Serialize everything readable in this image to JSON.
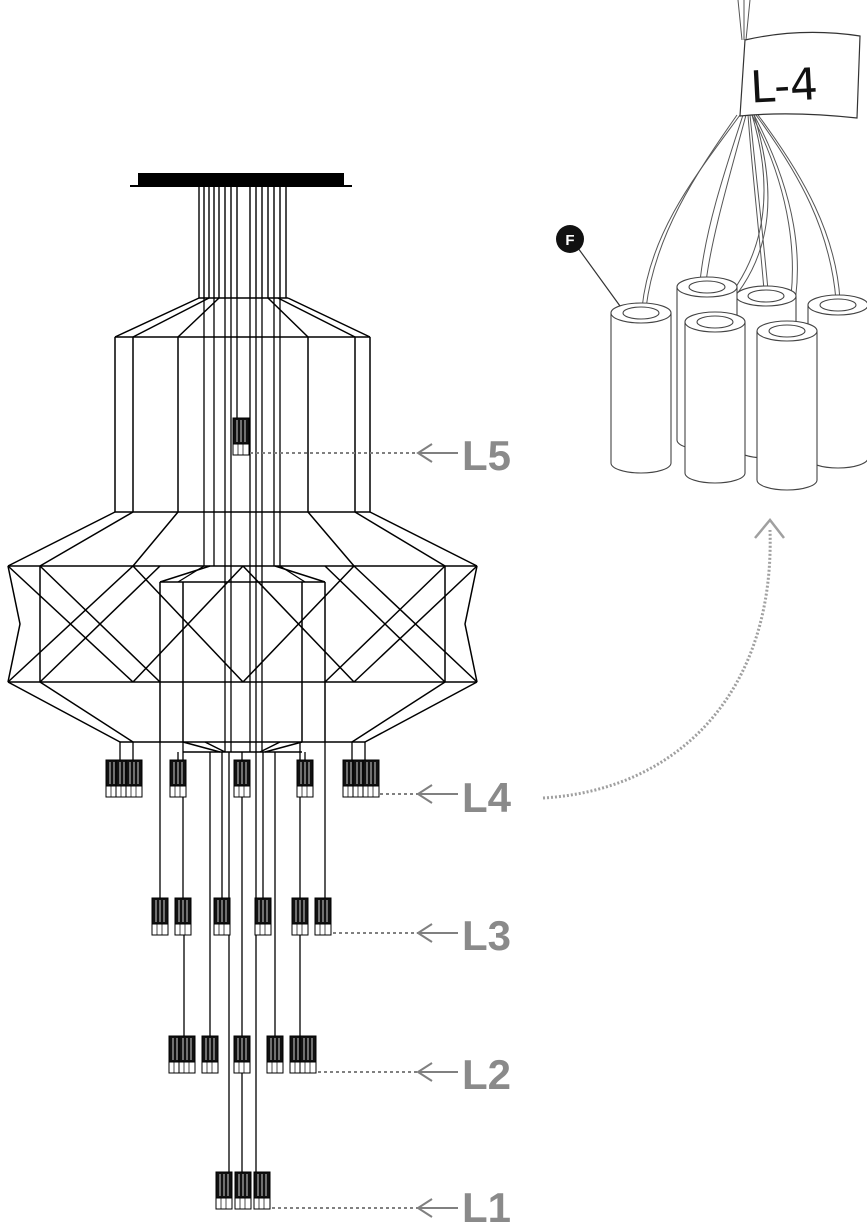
{
  "diagram": {
    "levels": [
      {
        "id": "L5",
        "label": "L5"
      },
      {
        "id": "L4",
        "label": "L4"
      },
      {
        "id": "L3",
        "label": "L3"
      },
      {
        "id": "L2",
        "label": "L2"
      },
      {
        "id": "L1",
        "label": "L1"
      }
    ],
    "detail": {
      "tag_label": "L-4",
      "callout_letter": "F"
    },
    "colors": {
      "line": "#000000",
      "label": "#8a8a8a",
      "leader": "#808080",
      "arrow_dotted": "#a0a0a0"
    }
  }
}
